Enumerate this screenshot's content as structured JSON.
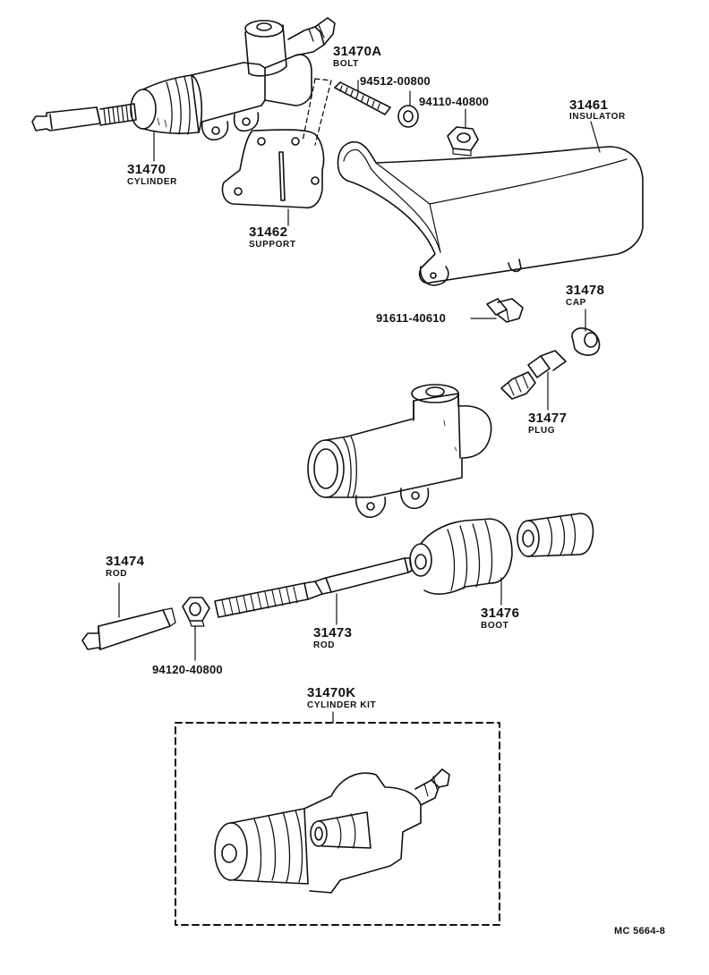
{
  "parts": {
    "cylinder": {
      "number": "31470",
      "name": "CYLINDER"
    },
    "bolt": {
      "number": "31470A",
      "name": "BOLT"
    },
    "washer": {
      "number": "94512-00800"
    },
    "nut_upper": {
      "number": "94110-40800"
    },
    "insulator": {
      "number": "31461",
      "name": "INSULATOR"
    },
    "support": {
      "number": "31462",
      "name": "SUPPORT"
    },
    "small_bolt": {
      "number": "91611-40610"
    },
    "cap": {
      "number": "31478",
      "name": "CAP"
    },
    "plug": {
      "number": "31477",
      "name": "PLUG"
    },
    "rod_short": {
      "number": "31474",
      "name": "ROD"
    },
    "rod_long": {
      "number": "31473",
      "name": "ROD"
    },
    "boot": {
      "number": "31476",
      "name": "BOOT"
    },
    "nut_lower": {
      "number": "94120-40800"
    },
    "cylinder_kit": {
      "number": "31470K",
      "name": "CYLINDER KIT"
    }
  },
  "reference": "MC 5664-8"
}
